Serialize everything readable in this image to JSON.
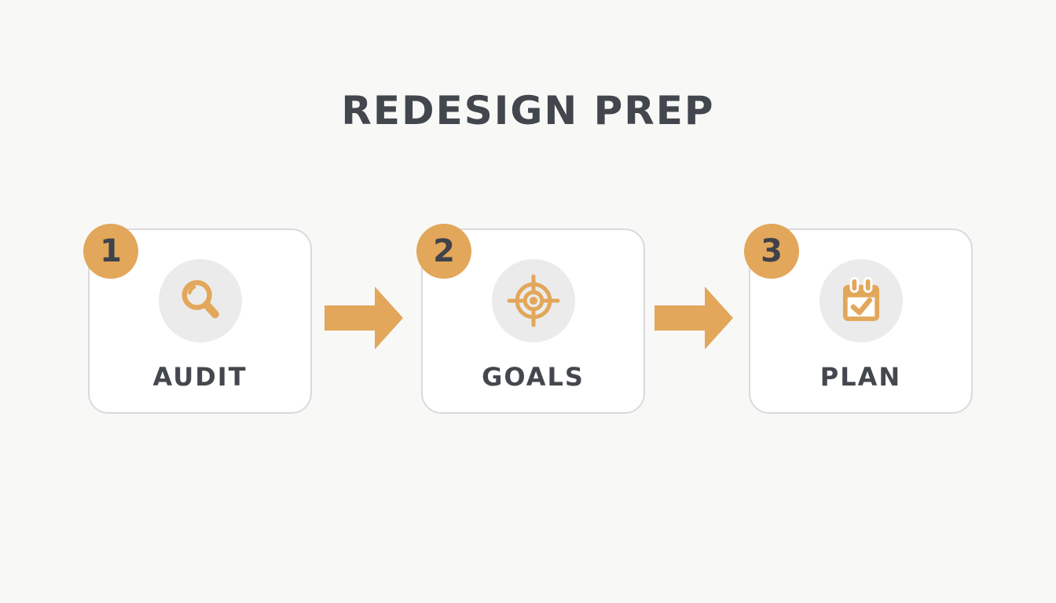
{
  "title": "REDESIGN PREP",
  "steps": [
    {
      "number": "1",
      "label": "AUDIT",
      "icon": "magnifier-icon"
    },
    {
      "number": "2",
      "label": "GOALS",
      "icon": "target-icon"
    },
    {
      "number": "3",
      "label": "PLAN",
      "icon": "calendar-check-icon"
    }
  ],
  "colors": {
    "accent_orange": "#e2a75a",
    "dark_text": "#42464d",
    "card_border": "#dadada",
    "card_background": "#ffffff",
    "icon_circle_background": "#ebebeb",
    "page_background": "#f8f8f7"
  }
}
